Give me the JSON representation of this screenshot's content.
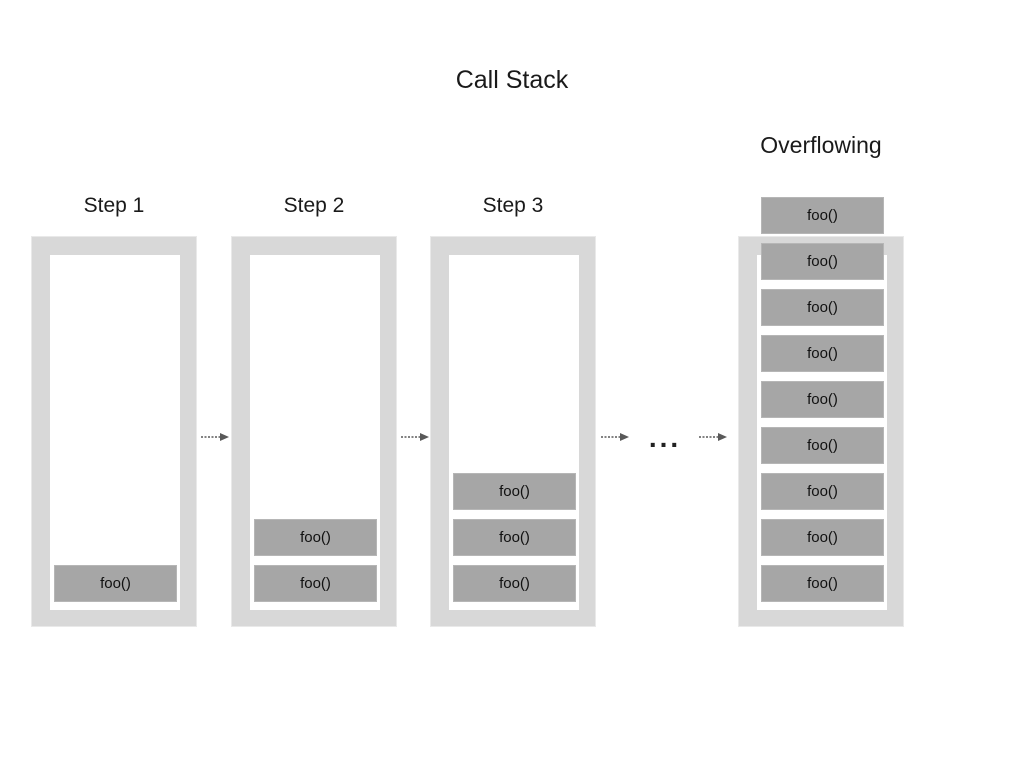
{
  "title": "Call Stack",
  "frame_label": "foo()",
  "ellipsis": "...",
  "colors": {
    "container_fill": "#d8d8d8",
    "container_border": "#e9e9e9",
    "block_fill": "#a6a6a6",
    "block_border": "#b6b6b6",
    "arrow": "#595959",
    "text": "#1a1a1a"
  },
  "steps": [
    {
      "label": "Step 1",
      "frames": 1,
      "overflowing": false
    },
    {
      "label": "Step 2",
      "frames": 2,
      "overflowing": false
    },
    {
      "label": "Step 3",
      "frames": 3,
      "overflowing": false
    },
    {
      "label": "Overflowing",
      "frames": 9,
      "overflowing": true
    }
  ]
}
